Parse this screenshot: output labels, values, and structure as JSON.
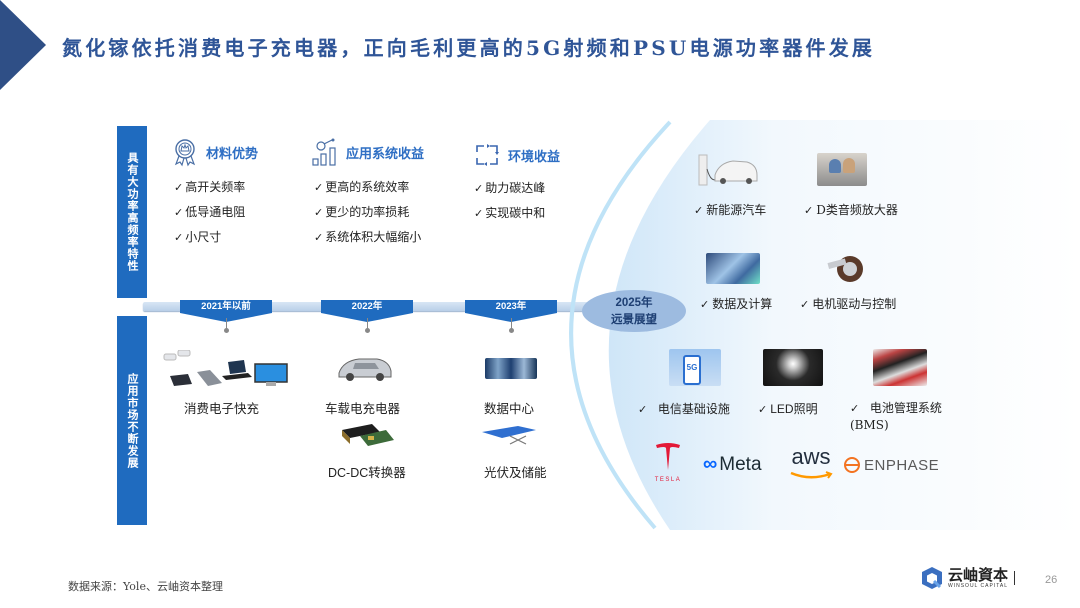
{
  "title": "氮化镓依托消费电子充电器，正向毛利更高的5G射频和PSU电源功率器件发展",
  "sidebar": {
    "top_label": "具有大功率高频率特性",
    "bottom_label": "应用市场不断发展"
  },
  "advantages": [
    {
      "icon": "medal-icon",
      "heading": "材料优势",
      "items": [
        "高开关频率",
        "低导通电阻",
        "小尺寸"
      ]
    },
    {
      "icon": "system-chart-icon",
      "heading": "应用系统收益",
      "items": [
        "更高的系统效率",
        "更少的功率损耗",
        "系统体积大幅缩小"
      ]
    },
    {
      "icon": "recycle-arrows-icon",
      "heading": "环境收益",
      "items": [
        "助力碳达峰",
        "实现碳中和"
      ]
    }
  ],
  "timeline": {
    "periods": [
      "2021年以前",
      "2022年",
      "2023年"
    ]
  },
  "markets": {
    "p2021": [
      "消费电子快充"
    ],
    "p2022": [
      "车载电充电器",
      "DC-DC转换器"
    ],
    "p2023": [
      "数据中心",
      "光伏及储能"
    ]
  },
  "outlook": {
    "label_year": "2025年",
    "label_text": "远景展望",
    "applications": [
      {
        "label": "新能源汽车",
        "image": "ev-charging-image"
      },
      {
        "label": "D类音频放大器",
        "image": "audio-living-room-image"
      },
      {
        "label": "数据及计算",
        "image": "data-center-image"
      },
      {
        "label": "电机驱动与控制",
        "image": "motor-image"
      },
      {
        "label": "电信基础设施",
        "image": "5g-tower-image"
      },
      {
        "label": "LED照明",
        "image": "led-bulb-image"
      },
      {
        "label": "电池管理系统 (BMS)",
        "image": "battery-pack-image"
      }
    ],
    "logos": {
      "tesla": "TESLA",
      "meta": "Meta",
      "aws": "aws",
      "enphase": "ENPHASE"
    }
  },
  "footer": {
    "source": "数据来源：Yole、云岫资本整理",
    "brand_name": "云岫資本",
    "brand_sub": "WINSOUL CAPITAL",
    "page_number": "26"
  },
  "colors": {
    "primary_blue": "#1f6bbf",
    "title_blue": "#2f5597",
    "ellipse_blue": "#9dbbe0",
    "tesla_red": "#e31937",
    "meta_blue": "#0866ff",
    "aws_orange": "#ff9900",
    "enphase_orange": "#f37321"
  }
}
